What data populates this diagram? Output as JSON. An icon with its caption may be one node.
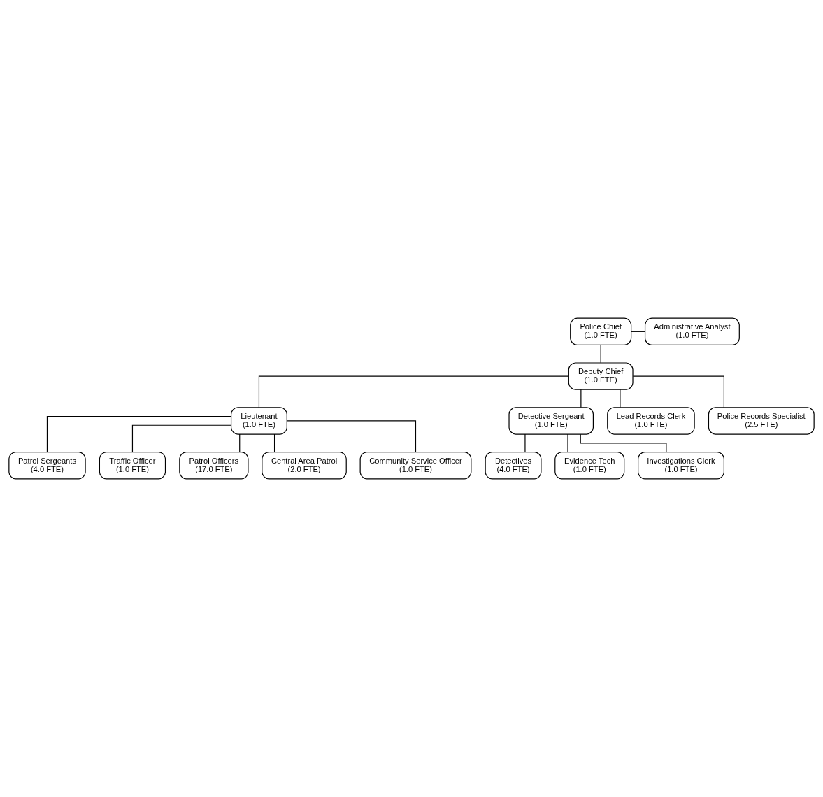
{
  "diagram": {
    "nodes": [
      {
        "text": [
          "Police Chief",
          "(1.0 FTE)"
        ]
      },
      {
        "text": [
          "Administrative Analyst",
          "(1.0 FTE)"
        ]
      },
      {
        "text": [
          "Deputy Chief",
          "(1.0 FTE)"
        ]
      },
      {
        "text": [
          "Lieutenant",
          "(1.0 FTE)"
        ]
      },
      {
        "text": [
          "Detective Sergeant",
          "(1.0 FTE)"
        ]
      },
      {
        "text": [
          "Detectives",
          "(4.0 FTE)"
        ]
      },
      {
        "text": [
          "Evidence Tech",
          "(1.0 FTE)"
        ]
      },
      {
        "text": [
          "Investigations Clerk",
          "(1.0 FTE)"
        ]
      },
      {
        "text": [
          "Lead Records Clerk",
          "(1.0 FTE)"
        ]
      },
      {
        "text": [
          "Police Records Specialist",
          "(2.5 FTE)"
        ]
      },
      {
        "text": [
          "Patrol Sergeants",
          "(4.0 FTE)"
        ]
      },
      {
        "text": [
          "Traffic Officer",
          "(1.0 FTE)"
        ]
      },
      {
        "text": [
          "Patrol Officers",
          "(17.0 FTE)"
        ]
      },
      {
        "text": [
          "Central Area Patrol",
          "(2.0 FTE)"
        ]
      },
      {
        "text": [
          "Community Service Officer",
          "(1.0 FTE)"
        ]
      }
    ],
    "edges": [
      {
        "from": 0,
        "to": 1,
        "arrow": "none"
      },
      {
        "from": 0,
        "to": 2,
        "arrow": "none"
      },
      {
        "from": 2,
        "to": 3,
        "arrow": "none"
      },
      {
        "from": 2,
        "to": 4,
        "arrow": "none"
      },
      {
        "from": 2,
        "to": 8,
        "arrow": "none"
      },
      {
        "from": 2,
        "to": 9,
        "arrow": "none"
      },
      {
        "from": 4,
        "to": 5,
        "arrow": "none"
      },
      {
        "from": 4,
        "to": 6,
        "arrow": "none"
      },
      {
        "from": 4,
        "to": 7,
        "arrow": "none"
      },
      {
        "from": 3,
        "to": 10,
        "arrow": "none"
      },
      {
        "from": 3,
        "to": 11,
        "arrow": "none"
      },
      {
        "from": 3,
        "to": 12,
        "arrow": "none"
      },
      {
        "from": 3,
        "to": 13,
        "arrow": "none"
      },
      {
        "from": 3,
        "to": 14,
        "arrow": "none"
      }
    ]
  }
}
